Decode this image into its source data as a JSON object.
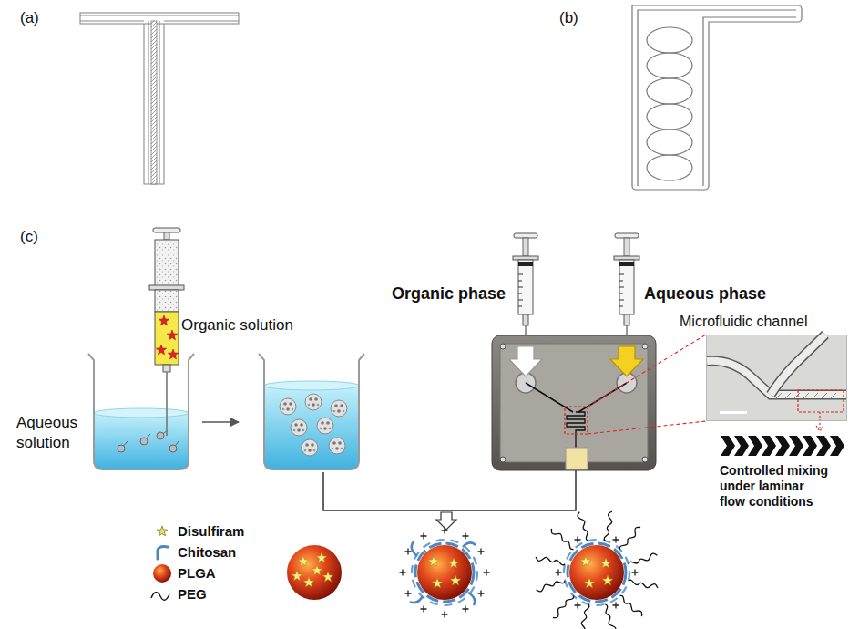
{
  "diagram": {
    "nodes": [
      {
        "text": [
          "Microfluidic channel"
        ]
      }
    ],
    "labels": [
      "(a)",
      "(b)",
      "(c)",
      "Organic solution",
      "Organic phase",
      "Aqueous phase",
      "Aqueous solution",
      "Controlled mixing under laminar flow conditions"
    ],
    "legend": [
      {
        "text": "Disulfiram"
      },
      {
        "text": "Chitosan"
      },
      {
        "text": "PLGA"
      },
      {
        "text": "PEG"
      }
    ]
  }
}
